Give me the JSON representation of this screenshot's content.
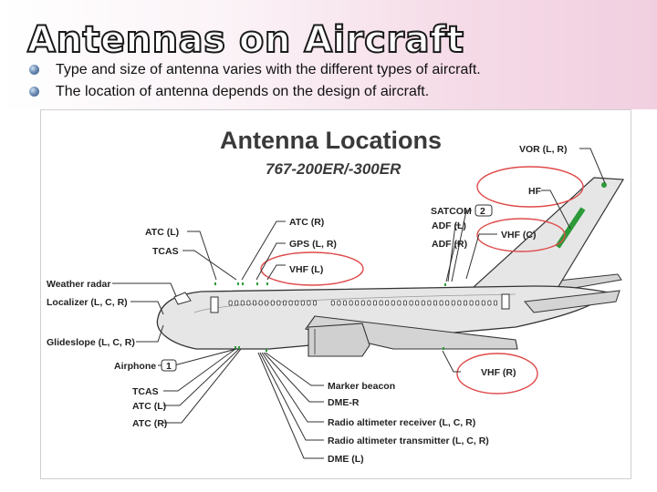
{
  "slide": {
    "title": "Antennas on Aircraft",
    "bullets": [
      "Type and size of antenna varies with the different types of aircraft.",
      "The location of antenna depends on the design of aircraft."
    ]
  },
  "figure": {
    "title": "Antenna Locations",
    "subtitle": "767-200ER/-300ER",
    "labels": {
      "vor": "VOR (L, R)",
      "hf": "HF",
      "satcom": "SATCOM",
      "satcom_num": "2",
      "adf_l": "ADF (L)",
      "adf_r": "ADF (R)",
      "vhf_c": "VHF (C)",
      "atc_l_top": "ATC (L)",
      "tcas_top": "TCAS",
      "atc_r_top": "ATC (R)",
      "gps": "GPS (L, R)",
      "vhf_l": "VHF (L)",
      "weather_radar": "Weather radar",
      "localizer": "Localizer (L, C, R)",
      "glideslope": "Glideslope (L, C, R)",
      "airphone": "Airphone",
      "airphone_num": "1",
      "tcas_bottom": "TCAS",
      "atc_l_bottom": "ATC (L)",
      "atc_r_bottom": "ATC (R)",
      "marker_beacon": "Marker beacon",
      "dme_r": "DME-R",
      "radio_alt_receiver": "Radio altimeter receiver (L, C, R)",
      "radio_alt_transmitter": "Radio altimeter transmitter (L, C, R)",
      "dme_l": "DME (L)",
      "vhf_r": "VHF (R)"
    }
  },
  "colors": {
    "oval": "#e04a4a",
    "fuselage": "#e6e6e6",
    "outline": "#333333",
    "tail_stripe": "#2d9a3a"
  }
}
